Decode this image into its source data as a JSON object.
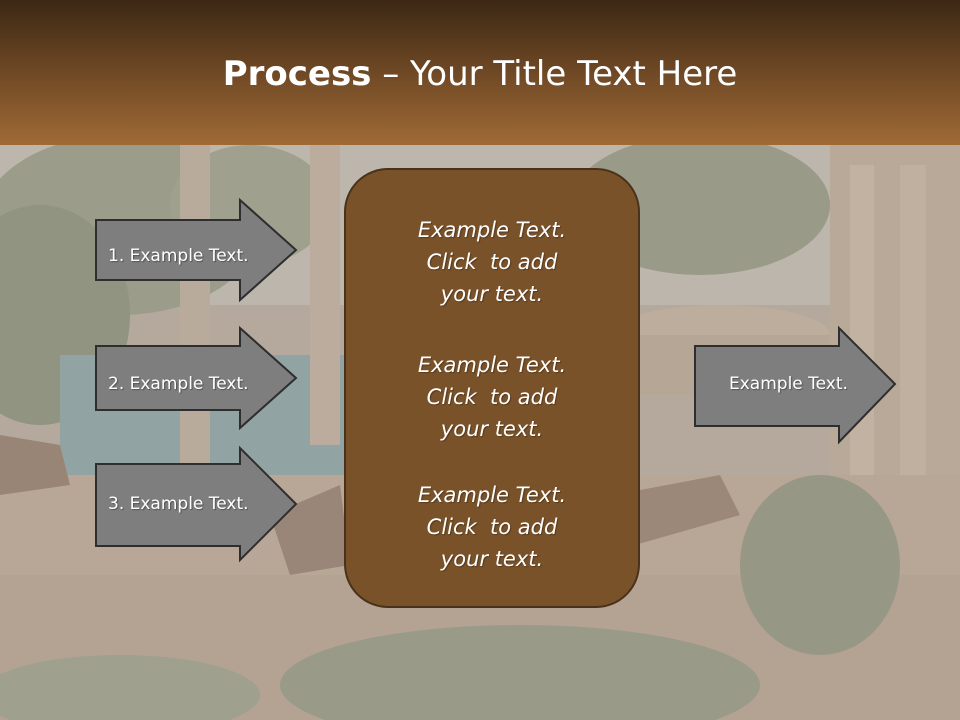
{
  "slide": {
    "title_bold": "Process",
    "title_rest": " – Your Title Text Here",
    "left_arrows": [
      {
        "label": "1. Example Text."
      },
      {
        "label": "2. Example Text."
      },
      {
        "label": "3. Example Text."
      }
    ],
    "center_box": {
      "paragraphs": [
        "Example Text.\nClick  to add\nyour text.",
        "Example Text.\nClick  to add\nyour text.",
        "Example Text.\nClick  to add\nyour text."
      ]
    },
    "right_arrow": {
      "label": "Example Text."
    }
  },
  "colors": {
    "header_top": "#3b2814",
    "header_bottom": "#a06a35",
    "arrow_fill": "#7e7e7e",
    "arrow_stroke": "#2e2e2e",
    "box_fill": "#7a5229",
    "box_stroke": "#4a321a",
    "text": "#ffffff"
  }
}
